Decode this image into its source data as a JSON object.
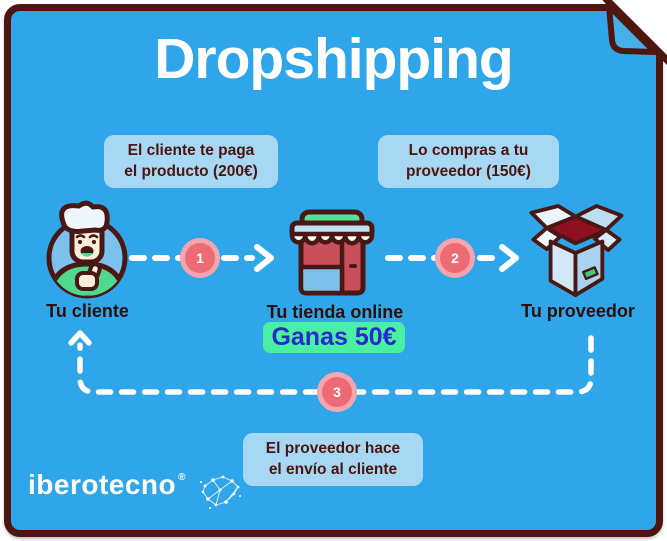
{
  "title": "Dropshipping",
  "callouts": {
    "step1": "El cliente te paga\nel producto (200€)",
    "step2": "Lo compras a tu\nproveedor (150€)",
    "step3": "El proveedor hace\nel envío al cliente"
  },
  "nodes": {
    "client": {
      "label": "Tu cliente",
      "icon": "customer-avatar-icon"
    },
    "store": {
      "label": "Tu tienda online",
      "icon": "online-store-icon"
    },
    "supplier": {
      "label": "Tu proveedor",
      "icon": "open-box-icon"
    }
  },
  "profit_badge": "Ganas 50€",
  "steps": {
    "one": "1",
    "two": "2",
    "three": "3"
  },
  "brand": {
    "name": "iberotecno",
    "registered": "®",
    "icon": "constellation-spain-icon"
  },
  "colors": {
    "background": "#2FA6E9",
    "border": "#4D170F",
    "callout_bg": "#A6D7F3",
    "callout_text": "#4A150F",
    "badge_bg": "#49F0A2",
    "badge_text": "#2929D1",
    "step_circle_inner": "#EE6B76",
    "step_circle_ring": "#F3A6AD",
    "arrow": "#FFFFFF",
    "icon_outline": "#4A1814",
    "store_red": "#C94F5B",
    "store_green": "#4FE39A",
    "shirt_green": "#50D98C",
    "box_interior_red": "#8E1021"
  }
}
